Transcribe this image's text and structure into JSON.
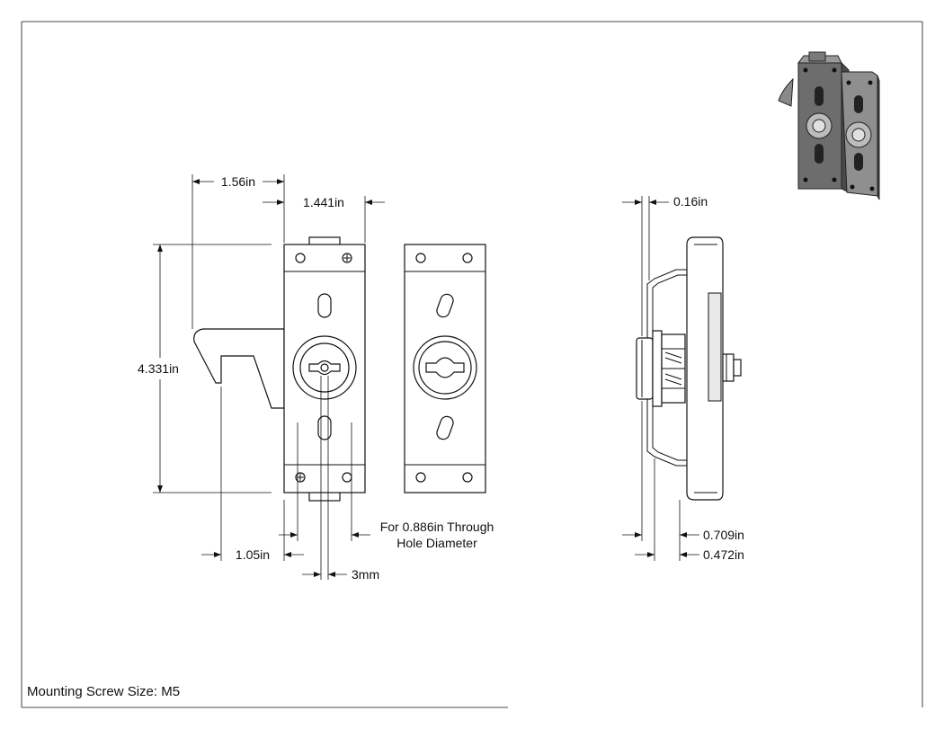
{
  "dimensions": {
    "width_overall": "1.56in",
    "body_width": "1.441in",
    "height_overall": "4.331in",
    "hook_offset": "1.05in",
    "through_hole_line1": "For 0.886in Through",
    "through_hole_line2": "Hole Diameter",
    "key_slot": "3mm",
    "flange_thickness": "0.16in",
    "depth_overall": "0.709in",
    "depth_body": "0.472in"
  },
  "footer": {
    "mounting_screw": "Mounting Screw Size: M5"
  }
}
